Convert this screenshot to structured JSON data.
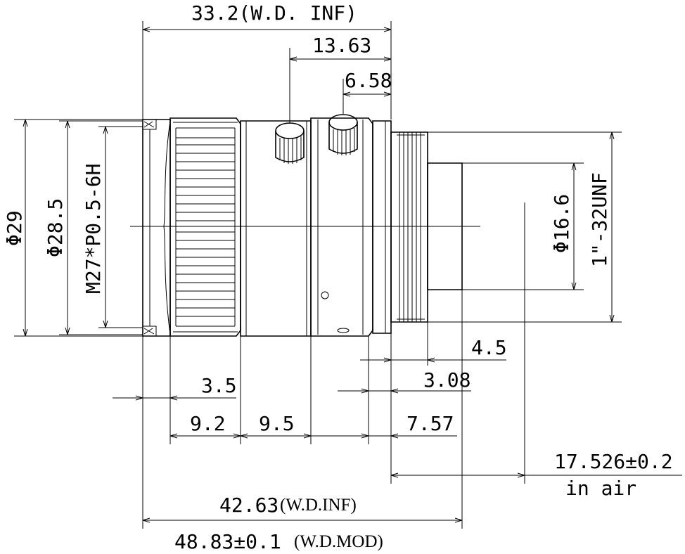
{
  "dims": {
    "wd_inf_top": "33.2(W.D.  INF)",
    "d13_63": "13.63",
    "d6_58": "6.58",
    "phi29": "Φ29",
    "phi28_5": "Φ28.5",
    "thread_m27": "M27*P0.5-6H",
    "phi16_6": "Φ16.6",
    "unf": "1\"-32UNF",
    "d4_5": "4.5",
    "d3_08": "3.08",
    "d3_5": "3.5",
    "d9_2": "9.2",
    "d9_5": "9.5",
    "d7_57": "7.57",
    "flange": "17.526±0.2",
    "in_air": "in air",
    "total_inf_value": "42.63",
    "total_inf_note": "(W.D.INF)",
    "total_mod_value": "48.83±0.1",
    "total_mod_note": "(W.D.MOD)"
  }
}
